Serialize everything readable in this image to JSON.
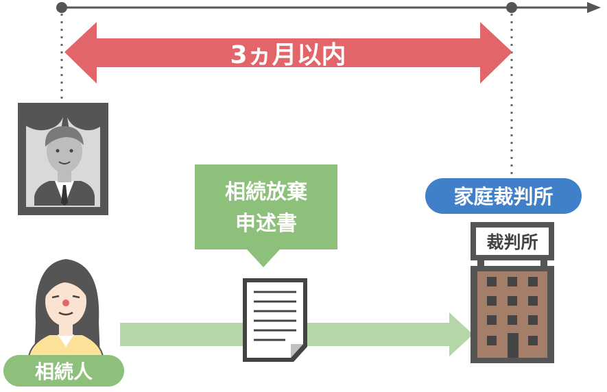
{
  "period": {
    "label": "3ヵ月以内"
  },
  "document": {
    "label_line1": "相続放棄",
    "label_line2": "申述書"
  },
  "court": {
    "badge_label": "家庭裁判所",
    "building_sign": "裁判所"
  },
  "heir": {
    "label": "相続人"
  },
  "colors": {
    "timeline": "#555555",
    "period_arrow": "#e2656a",
    "document_callout": "#8dc07a",
    "flow_arrow": "#b5d7a7",
    "court_badge": "#3f80c8",
    "heir_badge": "#8dc07a",
    "building_brown": "#a57e6a",
    "dark_frame": "#555555"
  },
  "icons": [
    "deceased-portrait-icon",
    "heir-woman-icon",
    "document-icon",
    "court-building-icon"
  ]
}
